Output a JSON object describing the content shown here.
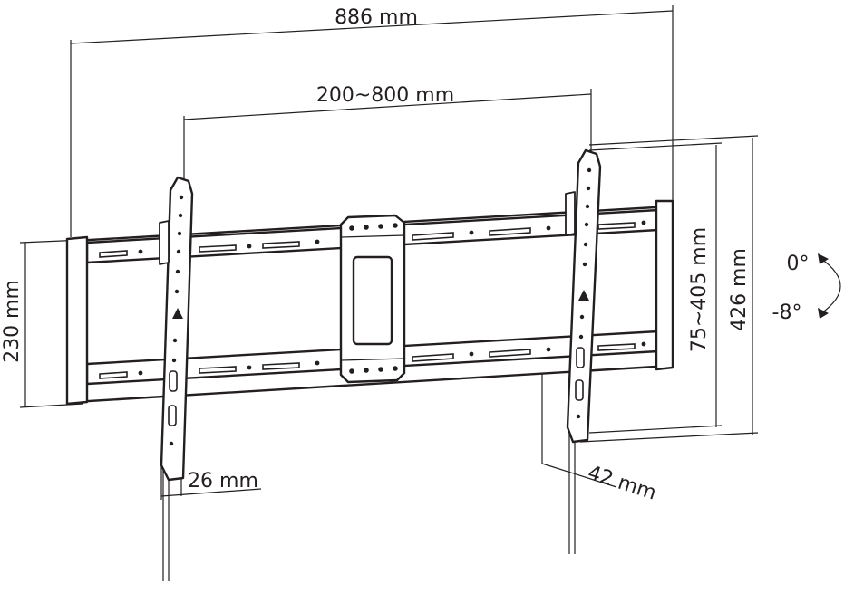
{
  "dimensions": {
    "total_width": "886 mm",
    "vesa_width": "200~800 mm",
    "bracket_height": "230 mm",
    "vesa_height": "75~405 mm",
    "arm_height": "426 mm",
    "wall_distance": "42 mm",
    "arm_width": "26 mm"
  },
  "tilt": {
    "upper": "0°",
    "lower": "-8°"
  },
  "colors": {
    "line": "#231f20",
    "background": "#ffffff"
  }
}
